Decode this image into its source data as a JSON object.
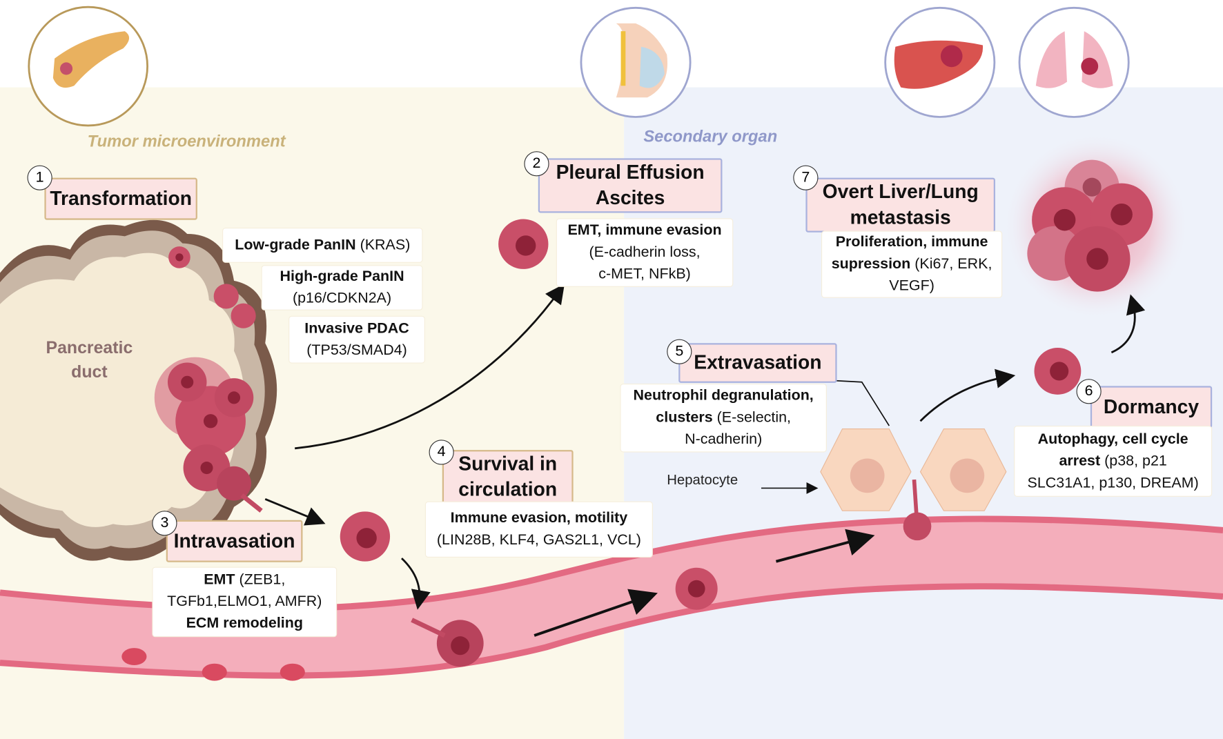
{
  "regions": {
    "left": "Tumor microenvironment",
    "right": "Secondary organ"
  },
  "colors": {
    "left_bg": "#fbf8ea",
    "right_bg": "#eef2fa",
    "left_region_text": "#c9b27a",
    "right_region_text": "#8f98c9",
    "title_fill": "#fbe3e3",
    "tumor_cell": "#c94f68",
    "vessel": "#f4aebb"
  },
  "organ_icons": [
    "pancreas-icon",
    "abdomen-icon",
    "liver-icon",
    "lung-icon"
  ],
  "duct_label": [
    "Pancreatic",
    "duct"
  ],
  "hepatocyte_label": "Hepatocyte",
  "steps": [
    {
      "number": "1",
      "title": [
        "Transformation"
      ]
    },
    {
      "number": "2",
      "title": [
        "Pleural Effusion",
        "Ascites"
      ],
      "details": [
        {
          "bold": "EMT, immune evasion",
          "normal": ""
        },
        {
          "bold": "",
          "normal": "(E-cadherin loss,"
        },
        {
          "bold": "",
          "normal": "c-MET, NFkB)"
        }
      ]
    },
    {
      "number": "3",
      "title": [
        "Intravasation"
      ],
      "details": [
        {
          "bold": "EMT",
          "normal": " (ZEB1,"
        },
        {
          "bold": "",
          "normal": "TGFb1,ELMO1, AMFR)"
        },
        {
          "bold": "ECM remodeling",
          "normal": ""
        }
      ]
    },
    {
      "number": "4",
      "title": [
        "Survival in",
        "circulation"
      ],
      "details": [
        {
          "bold": "Immune evasion, motility",
          "normal": ""
        },
        {
          "bold": "",
          "normal": "(LIN28B, KLF4, GAS2L1, VCL)"
        }
      ]
    },
    {
      "number": "5",
      "title": [
        "Extravasation"
      ],
      "details": [
        {
          "bold": "Neutrophil degranulation,",
          "normal": ""
        },
        {
          "bold": "clusters",
          "normal": " (E-selectin,"
        },
        {
          "bold": "",
          "normal": "N-cadherin)"
        }
      ]
    },
    {
      "number": "6",
      "title": [
        "Dormancy"
      ],
      "details": [
        {
          "bold": "Autophagy, cell cycle",
          "normal": ""
        },
        {
          "bold": "arrest",
          "normal": " (p38, p21"
        },
        {
          "bold": "",
          "normal": "SLC31A1, p130, DREAM)"
        }
      ]
    },
    {
      "number": "7",
      "title": [
        "Overt Liver/Lung",
        "metastasis"
      ],
      "details": [
        {
          "bold": "Proliferation, immune",
          "normal": ""
        },
        {
          "bold": "supression",
          "normal": " (Ki67, ERK,"
        },
        {
          "bold": "",
          "normal": "VEGF)"
        }
      ]
    }
  ],
  "transformation_stages": [
    {
      "bold": "Low-grade PanIN",
      "normal": " (KRAS)"
    },
    {
      "bold": "High-grade PanIN",
      "normal": "(p16/CDKN2A)"
    },
    {
      "bold": "Invasive PDAC",
      "normal": "(TP53/SMAD4)"
    }
  ]
}
